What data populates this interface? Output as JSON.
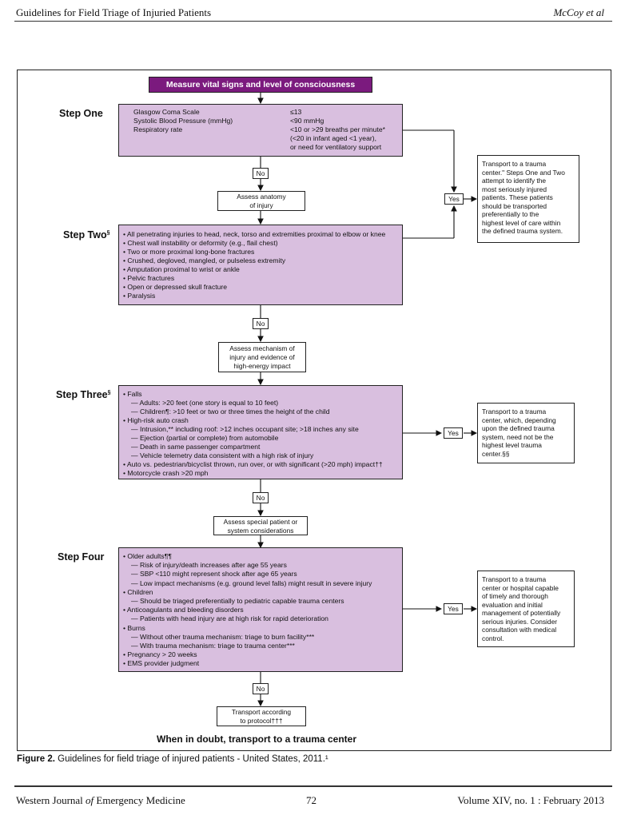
{
  "header": {
    "left": "Guidelines for Field Triage of Injuried Patients",
    "right": "McCoy et al"
  },
  "top_box": "Measure vital signs and level of consciousness",
  "step1": {
    "label": "Step One",
    "rows_left": [
      "Glasgow Coma Scale",
      "Systolic Blood Pressure (mmHg)",
      "Respiratory rate"
    ],
    "rows_right": [
      "≤13",
      "<90 mmHg",
      "<10 or >29 breaths per minute*",
      "(<20 in infant aged <1 year),",
      "or need for ventilatory support"
    ]
  },
  "no_label": "No",
  "yes_label": "Yes",
  "assess_anatomy": [
    "Assess anatomy",
    "of injury"
  ],
  "step2": {
    "label": "Step Two",
    "sup": "§",
    "items": [
      "• All penetrating injuries to head, neck, torso and extremities proximal to elbow or knee",
      "• Chest wall instability or deformity (e.g., flail chest)",
      "• Two or more proximal long-bone fractures",
      "• Crushed, degloved, mangled, or pulseless extremity",
      "• Amputation proximal to wrist or ankle",
      "• Pelvic fractures",
      "• Open or depressed skull fracture",
      "• Paralysis"
    ]
  },
  "transport1": [
    "Transport to a trauma",
    "center.\" Steps One and Two",
    "attempt to identify the",
    "most seriously injured",
    "patients. These patients",
    "should be transported",
    "preferentially to the",
    "highest level of care within",
    "the defined trauma system."
  ],
  "assess_mechanism": [
    "Assess mechanism of",
    "injury and evidence of",
    "high-energy impact"
  ],
  "step3": {
    "label": "Step Three",
    "sup": "§",
    "items": [
      "• Falls",
      "— Adults: >20 feet (one story is equal to 10 feet)",
      "— Children¶: >10 feet or two or three times the height of the child",
      "• High-risk auto crash",
      "— Intrusion,** including roof: >12 inches occupant site; >18 inches any site",
      "— Ejection (partial or complete) from automobile",
      "— Death in same passenger compartment",
      "— Vehicle telemetry data consistent with a high risk of injury",
      "• Auto vs. pedestrian/bicyclist thrown, run over, or with significant (>20 mph) impact††",
      "• Motorcycle crash >20 mph"
    ],
    "indent": [
      false,
      true,
      true,
      false,
      true,
      true,
      true,
      true,
      false,
      false
    ]
  },
  "transport2": [
    "Transport to a trauma",
    "center, which, depending",
    "upon the defined trauma",
    "system, need not be the",
    "highest level trauma",
    "center.§§"
  ],
  "assess_special": [
    "Assess special patient or",
    "system considerations"
  ],
  "step4": {
    "label": "Step Four",
    "items": [
      "• Older adults¶¶",
      "— Risk of injury/death increases after age 55 years",
      "— SBP <110 might represent shock after age 65 years",
      "— Low impact mechanisms (e.g. ground level falls) might result in severe injury",
      "• Children",
      "— Should be triaged preferentially to pediatric capable trauma centers",
      "• Anticoagulants and bleeding disorders",
      "— Patients with head injury are at high risk for rapid deterioration",
      "• Burns",
      "— Without other trauma mechanism: triage to burn facility***",
      "— With trauma mechanism: triage to trauma center***",
      "• Pregnancy > 20 weeks",
      "• EMS provider judgment"
    ],
    "indent": [
      false,
      true,
      true,
      true,
      false,
      true,
      false,
      true,
      false,
      true,
      true,
      false,
      false
    ]
  },
  "transport3": [
    "Transport to a trauma",
    "center or hospital capable",
    "of timely and thorough",
    "evaluation and initial",
    "management of potentially",
    "serious injuries. Consider",
    "consultation with medical",
    "control."
  ],
  "transport_protocol": [
    "Transport according",
    "to protocol†††"
  ],
  "doubt": "When in doubt, transport to a trauma center",
  "caption": {
    "bold": "Figure 2.",
    "text": " Guidelines for field triage of injured patients - United States, 2011.¹"
  },
  "footer": {
    "journal_pre": "Western Journal ",
    "journal_of": "of",
    "journal_post": " Emergency Medicine",
    "page": "72",
    "volume": "Volume XIV, no. 1  : February 2013"
  }
}
